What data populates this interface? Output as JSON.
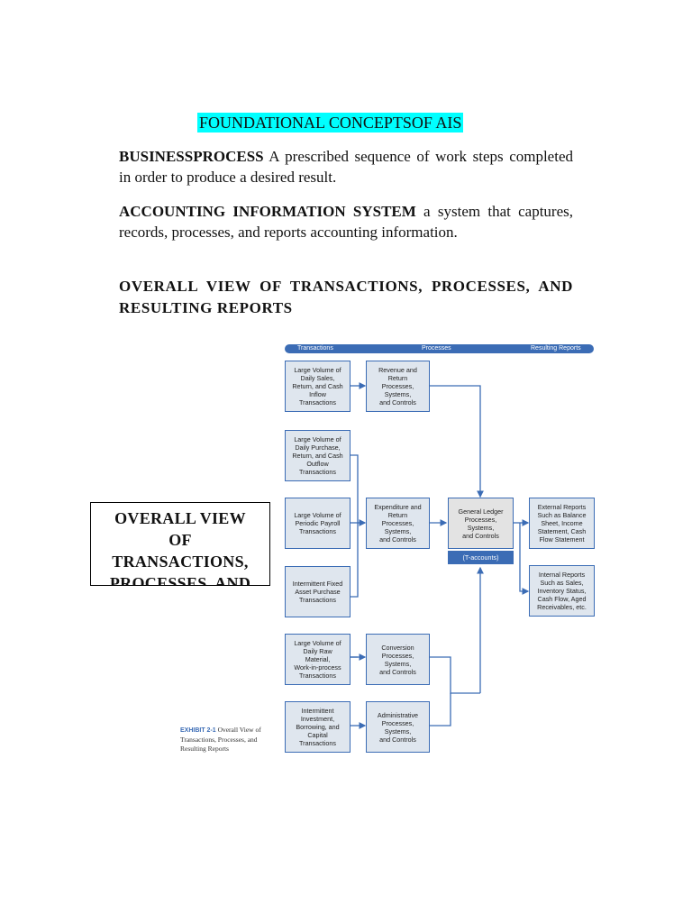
{
  "title": "FOUNDATIONAL CONCEPTSOF AIS",
  "paragraphs": [
    {
      "term": "BUSINESSPROCESS",
      "text": " A prescribed sequence of work steps completed in order to produce a desired result."
    },
    {
      "term": "ACCOUNTING INFORMATION SYSTEM",
      "text": " a system that captures, records, processes, and reports accounting information."
    }
  ],
  "heading": "OVERALL VIEW OF TRANSACTIONS, PROCESSES, AND RESULTING REPORTS",
  "diagram": {
    "header": {
      "transactions": "Transactions",
      "processes": "Processes",
      "reports": "Resulting Reports"
    },
    "transactions": [
      "Large Volume of\nDaily Sales,\nReturn, and Cash\nInflow\nTransactions",
      "Large Volume of\nDaily Purchase,\nReturn, and Cash\nOutflow\nTransactions",
      "Large Volume of\nPeriodic Payroll\nTransactions",
      "Intermittent Fixed\nAsset Purchase\nTransactions",
      "Large Volume of\nDaily Raw\nMaterial,\nWork-in-process\nTransactions",
      "Intermittent\nInvestment,\nBorrowing, and\nCapital\nTransactions"
    ],
    "processes": [
      "Revenue and\nReturn\nProcesses,\nSystems,\nand Controls",
      "Expenditure and\nReturn\nProcesses,\nSystems,\nand Controls",
      "Conversion\nProcesses,\nSystems,\nand Controls",
      "Administrative\nProcesses,\nSystems,\nand Controls"
    ],
    "general_ledger": "General Ledger\nProcesses,\nSystems,\nand Controls",
    "t_accounts": "(T-accounts)",
    "reports": [
      "External Reports\nSuch as Balance\nSheet, Income\nStatement, Cash\nFlow Statement",
      "Internal Reports\nSuch as Sales,\nInventory Status,\nCash Flow, Aged\nReceivables, etc."
    ],
    "caption_label": "EXHIBIT 2-1",
    "caption_text": " Overall View of Transactions, Processes, and Resulting Reports"
  },
  "overlay_box": "OVERALL VIEW\nOF\nTRANSACTIONS,\nPROCESSES, AND"
}
